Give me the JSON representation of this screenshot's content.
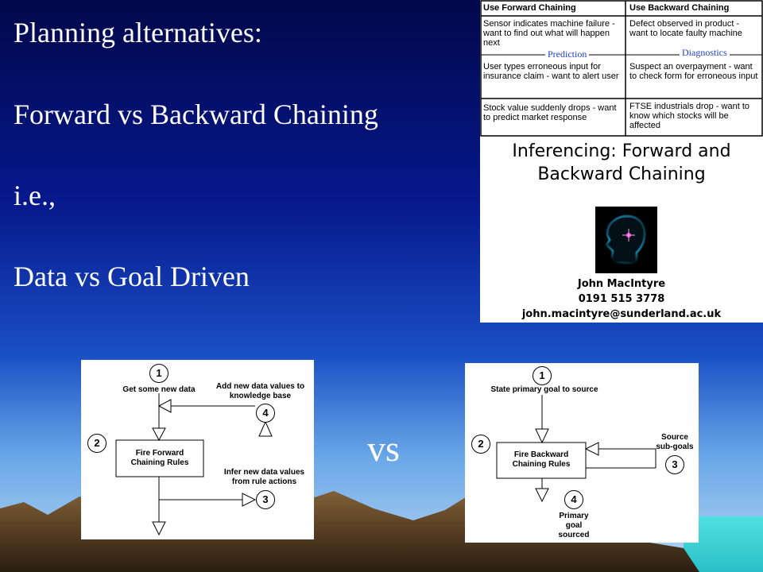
{
  "slide": {
    "title": "Planning alternatives:",
    "line2": "Forward vs Backward Chaining",
    "line3": "i.e.,",
    "line4": "Data vs Goal Driven",
    "vs": "vs"
  },
  "comparison_table": {
    "headers": [
      "Use Forward Chaining",
      "Use Backward Chaining"
    ],
    "rows": [
      [
        "Sensor indicates machine failure - want to find out what will happen next",
        "Defect observed in product - want to locate faulty machine"
      ],
      [
        "User types erroneous input for insurance claim - want to alert user",
        "Suspect an overpayment - want to check form for erroneous input"
      ],
      [
        "Stock value suddenly drops - want to predict market response",
        "FTSE industrials drop - want to know which stocks will be affected"
      ]
    ],
    "labels": [
      "Prediction",
      "Diagnostics"
    ]
  },
  "book": {
    "title_line1": "Inferencing: Forward and",
    "title_line2": "Backward Chaining",
    "author": "John MacIntyre",
    "phone": "0191 515 3778",
    "email": "john.macintyre@sunderland.ac.uk",
    "logo_icon": "head-profile-icon"
  },
  "forward_diagram": {
    "steps": [
      "1",
      "2",
      "3",
      "4"
    ],
    "get_data": "Get some new data",
    "add_data_line1": "Add new data values to",
    "add_data_line2": "knowledge base",
    "fire_line1": "Fire Forward",
    "fire_line2": "Chaining Rules",
    "infer_line1": "Infer new data values",
    "infer_line2": "from rule actions"
  },
  "backward_diagram": {
    "steps": [
      "1",
      "2",
      "3",
      "4"
    ],
    "state_goal": "State primary goal to source",
    "fire_line1": "Fire Backward",
    "fire_line2": "Chaining Rules",
    "source_line1": "Source",
    "source_line2": "sub-goals",
    "primary_line1": "Primary",
    "primary_line2": "goal",
    "primary_line3": "sourced"
  }
}
